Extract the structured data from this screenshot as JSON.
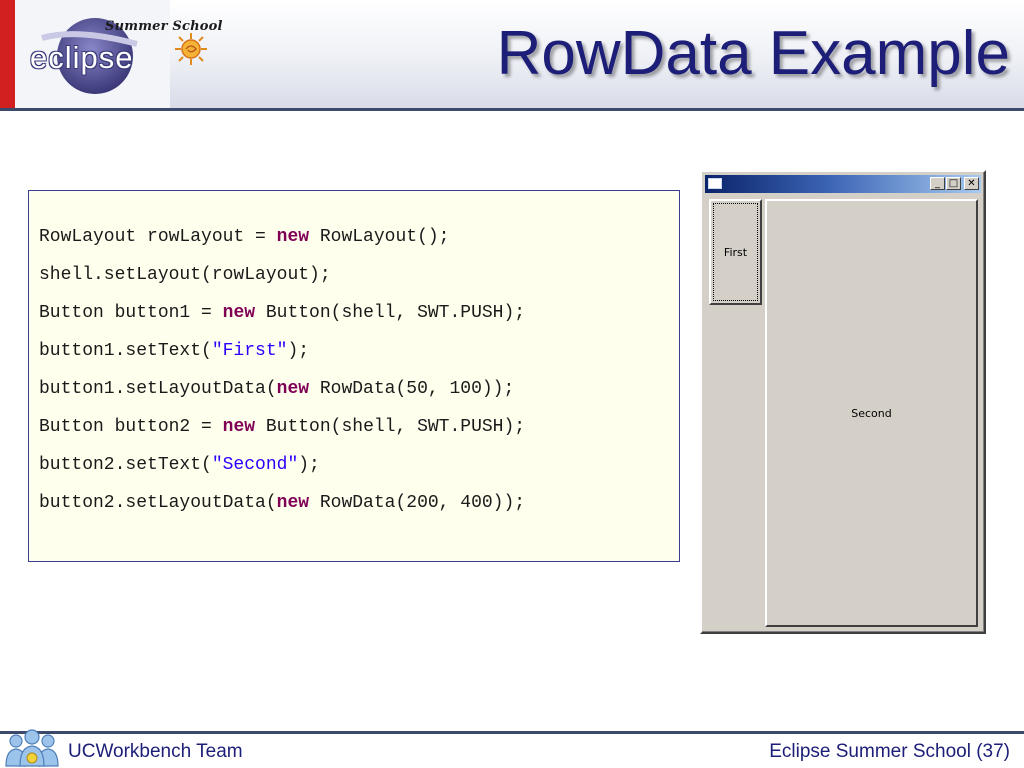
{
  "header": {
    "title": "RowData Example",
    "logo": {
      "tagline": "Summer School",
      "wordmark": "eclipse",
      "icon": "sun-icon"
    }
  },
  "code": {
    "lines": [
      [
        {
          "t": "RowLayout rowLayout = ",
          "c": ""
        },
        {
          "t": "new",
          "c": "kw"
        },
        {
          "t": " RowLayout();",
          "c": ""
        }
      ],
      [
        {
          "t": "shell.setLayout(rowLayout);",
          "c": ""
        }
      ],
      [
        {
          "t": "Button button1 = ",
          "c": ""
        },
        {
          "t": "new",
          "c": "kw"
        },
        {
          "t": " Button(shell, SWT.PUSH);",
          "c": ""
        }
      ],
      [
        {
          "t": "button1.setText(",
          "c": ""
        },
        {
          "t": "\"First\"",
          "c": "str"
        },
        {
          "t": ");",
          "c": ""
        }
      ],
      [
        {
          "t": "button1.setLayoutData(",
          "c": ""
        },
        {
          "t": "new",
          "c": "kw"
        },
        {
          "t": " RowData(50, 100));",
          "c": ""
        }
      ],
      [
        {
          "t": "Button button2 = ",
          "c": ""
        },
        {
          "t": "new",
          "c": "kw"
        },
        {
          "t": " Button(shell, SWT.PUSH);",
          "c": ""
        }
      ],
      [
        {
          "t": "button2.setText(",
          "c": ""
        },
        {
          "t": "\"Second\"",
          "c": "str"
        },
        {
          "t": ");",
          "c": ""
        }
      ],
      [
        {
          "t": "button2.setLayoutData(",
          "c": ""
        },
        {
          "t": "new",
          "c": "kw"
        },
        {
          "t": " RowData(200, 400));",
          "c": ""
        }
      ]
    ]
  },
  "window": {
    "controls": {
      "minimize": "_",
      "maximize": "□",
      "close": "✕"
    },
    "buttons": {
      "first": "First",
      "second": "Second"
    }
  },
  "footer": {
    "left": "UCWorkbench Team",
    "right": "Eclipse Summer School (37)",
    "icon": "people-icon"
  },
  "colors": {
    "title": "#1c1e78",
    "accent_red": "#d21f1f",
    "code_bg": "#ffffee",
    "keyword": "#7f0055",
    "string": "#2a00ff",
    "window_face": "#d4d0c8"
  }
}
